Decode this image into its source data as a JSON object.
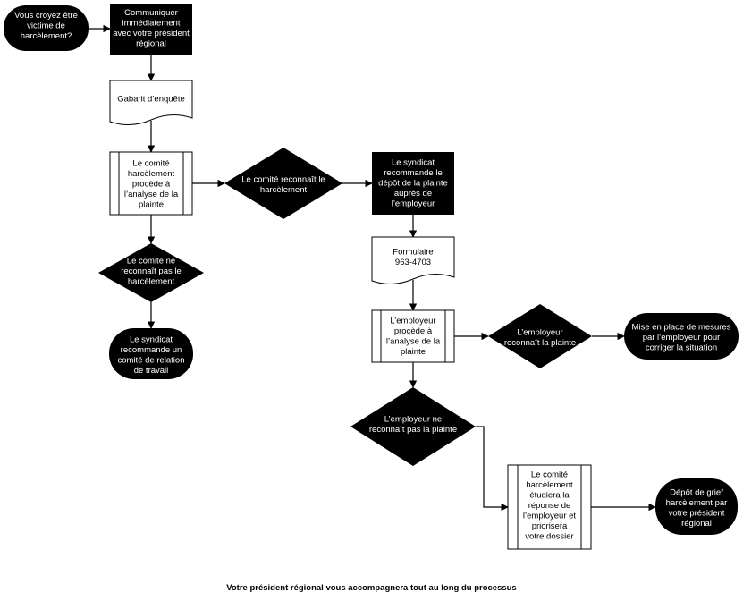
{
  "nodes": {
    "start": [
      "Vous croyez être",
      "victime de",
      "harcèlement?"
    ],
    "communicate": [
      "Communiquer",
      "immédiatement",
      "avec votre président",
      "régional"
    ],
    "gabarit": [
      "Gabarit d’enquête"
    ],
    "committee_analysis": [
      "Le comité",
      "harcèlement",
      "procède à",
      "l’analyse de la",
      "plainte"
    ],
    "committee_recognizes": [
      "Le comité reconnaît le",
      "harcèlement"
    ],
    "committee_not_recognizes": [
      "Le comité ne",
      "reconnaît pas le",
      "harcèlement"
    ],
    "union_relation": [
      "Le syndicat",
      "recommande un",
      "comité de relation",
      "de travail"
    ],
    "union_recommends": [
      "Le syndicat",
      "recommande le",
      "dépôt de la plainte",
      "auprès de",
      "l’employeur"
    ],
    "formulaire": [
      "Formulaire",
      "963-4703"
    ],
    "employer_analysis": [
      "L’employeur",
      "procède à",
      "l’analyse de la",
      "plainte"
    ],
    "employer_recognizes": [
      "L’employeur",
      "reconnaît la plainte"
    ],
    "measures": [
      "Mise en place de mesures",
      "par l’employeur pour",
      "corriger la situation"
    ],
    "employer_not_recognizes": [
      "L’employeur ne",
      "reconnaît pas la plainte"
    ],
    "committee_study": [
      "Le comité",
      "harcèlement",
      "étudiera la",
      "réponse de",
      "l’employeur et",
      "priorisera",
      "votre dossier"
    ],
    "grief": [
      "Dépôt de grief",
      "harcèlement par",
      "votre président",
      "régional"
    ]
  },
  "footer": "Votre président régional vous accompagnera tout au long du processus"
}
